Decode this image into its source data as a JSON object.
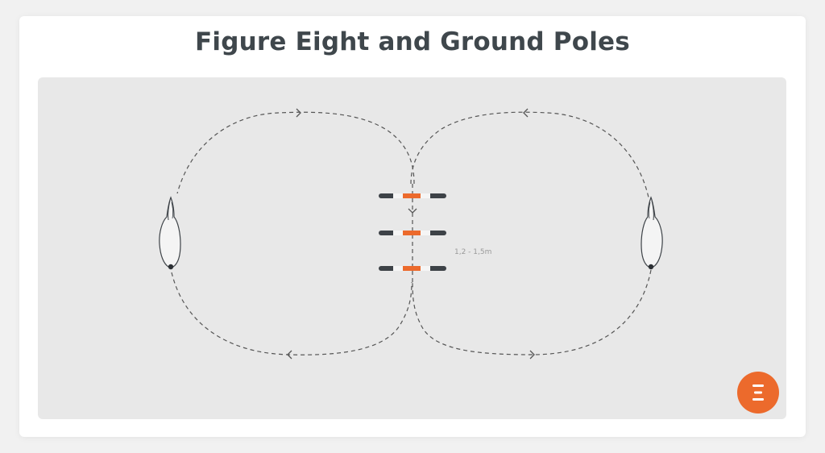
{
  "title": "Figure Eight and Ground Poles",
  "diagram": {
    "distance_label": "1,2 - 1,5m",
    "pole_count": 3
  },
  "colors": {
    "accent": "#ec6a2c",
    "pole_dark": "#3d4247",
    "path": "#555555",
    "arena": "#e8e8e8",
    "title": "#3f474c"
  },
  "icons": {
    "logo": "brand-logo-icon",
    "horse": "horse-icon"
  }
}
